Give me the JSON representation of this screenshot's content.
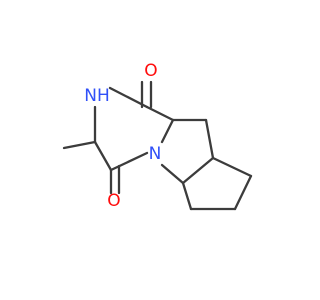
{
  "molecule": {
    "atoms": [
      {
        "id": "o_top",
        "symbol": "O",
        "color": "#ff0d0d"
      },
      {
        "id": "nh",
        "symbol": "NH",
        "color": "#3050f8"
      },
      {
        "id": "n_ring",
        "symbol": "N",
        "color": "#3050f8"
      },
      {
        "id": "o_bottom",
        "symbol": "O",
        "color": "#ff0d0d"
      }
    ],
    "bond_color": "#3c3c3c",
    "background": "#ffffff"
  }
}
